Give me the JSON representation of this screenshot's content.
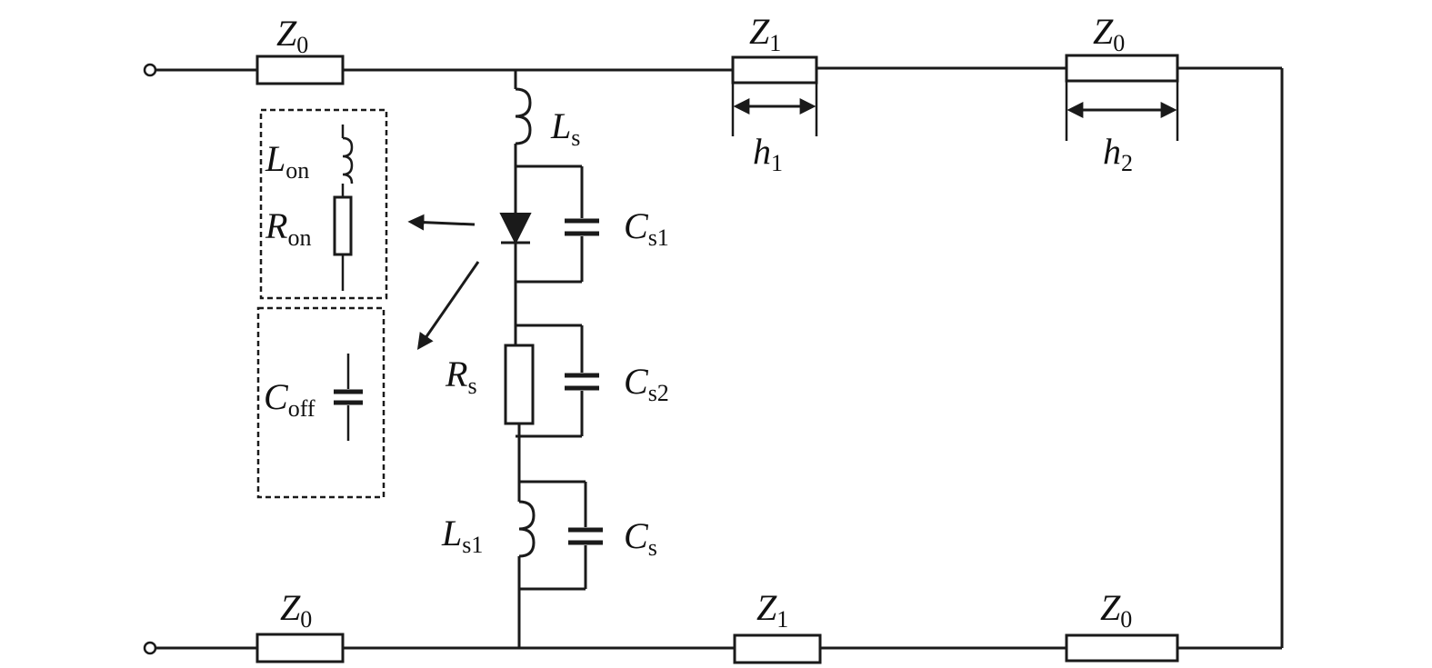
{
  "diagram": {
    "components": {
      "z0_top_left": {
        "main": "Z",
        "sub": "0"
      },
      "z1_top": {
        "main": "Z",
        "sub": "1"
      },
      "z0_top_right": {
        "main": "Z",
        "sub": "0"
      },
      "z0_bot_left": {
        "main": "Z",
        "sub": "0"
      },
      "z1_bot": {
        "main": "Z",
        "sub": "1"
      },
      "z0_bot_right": {
        "main": "Z",
        "sub": "0"
      },
      "ls": {
        "main": "L",
        "sub": "s"
      },
      "cs1": {
        "main": "C",
        "sub": "s1"
      },
      "rs": {
        "main": "R",
        "sub": "s"
      },
      "cs2": {
        "main": "C",
        "sub": "s2"
      },
      "ls1": {
        "main": "L",
        "sub": "s1"
      },
      "cs": {
        "main": "C",
        "sub": "s"
      },
      "lon": {
        "main": "L",
        "sub": "on"
      },
      "ron": {
        "main": "R",
        "sub": "on"
      },
      "coff": {
        "main": "C",
        "sub": "off"
      }
    },
    "dimensions": {
      "h1": {
        "main": "h",
        "sub": "1"
      },
      "h2": {
        "main": "h",
        "sub": "2"
      }
    }
  }
}
